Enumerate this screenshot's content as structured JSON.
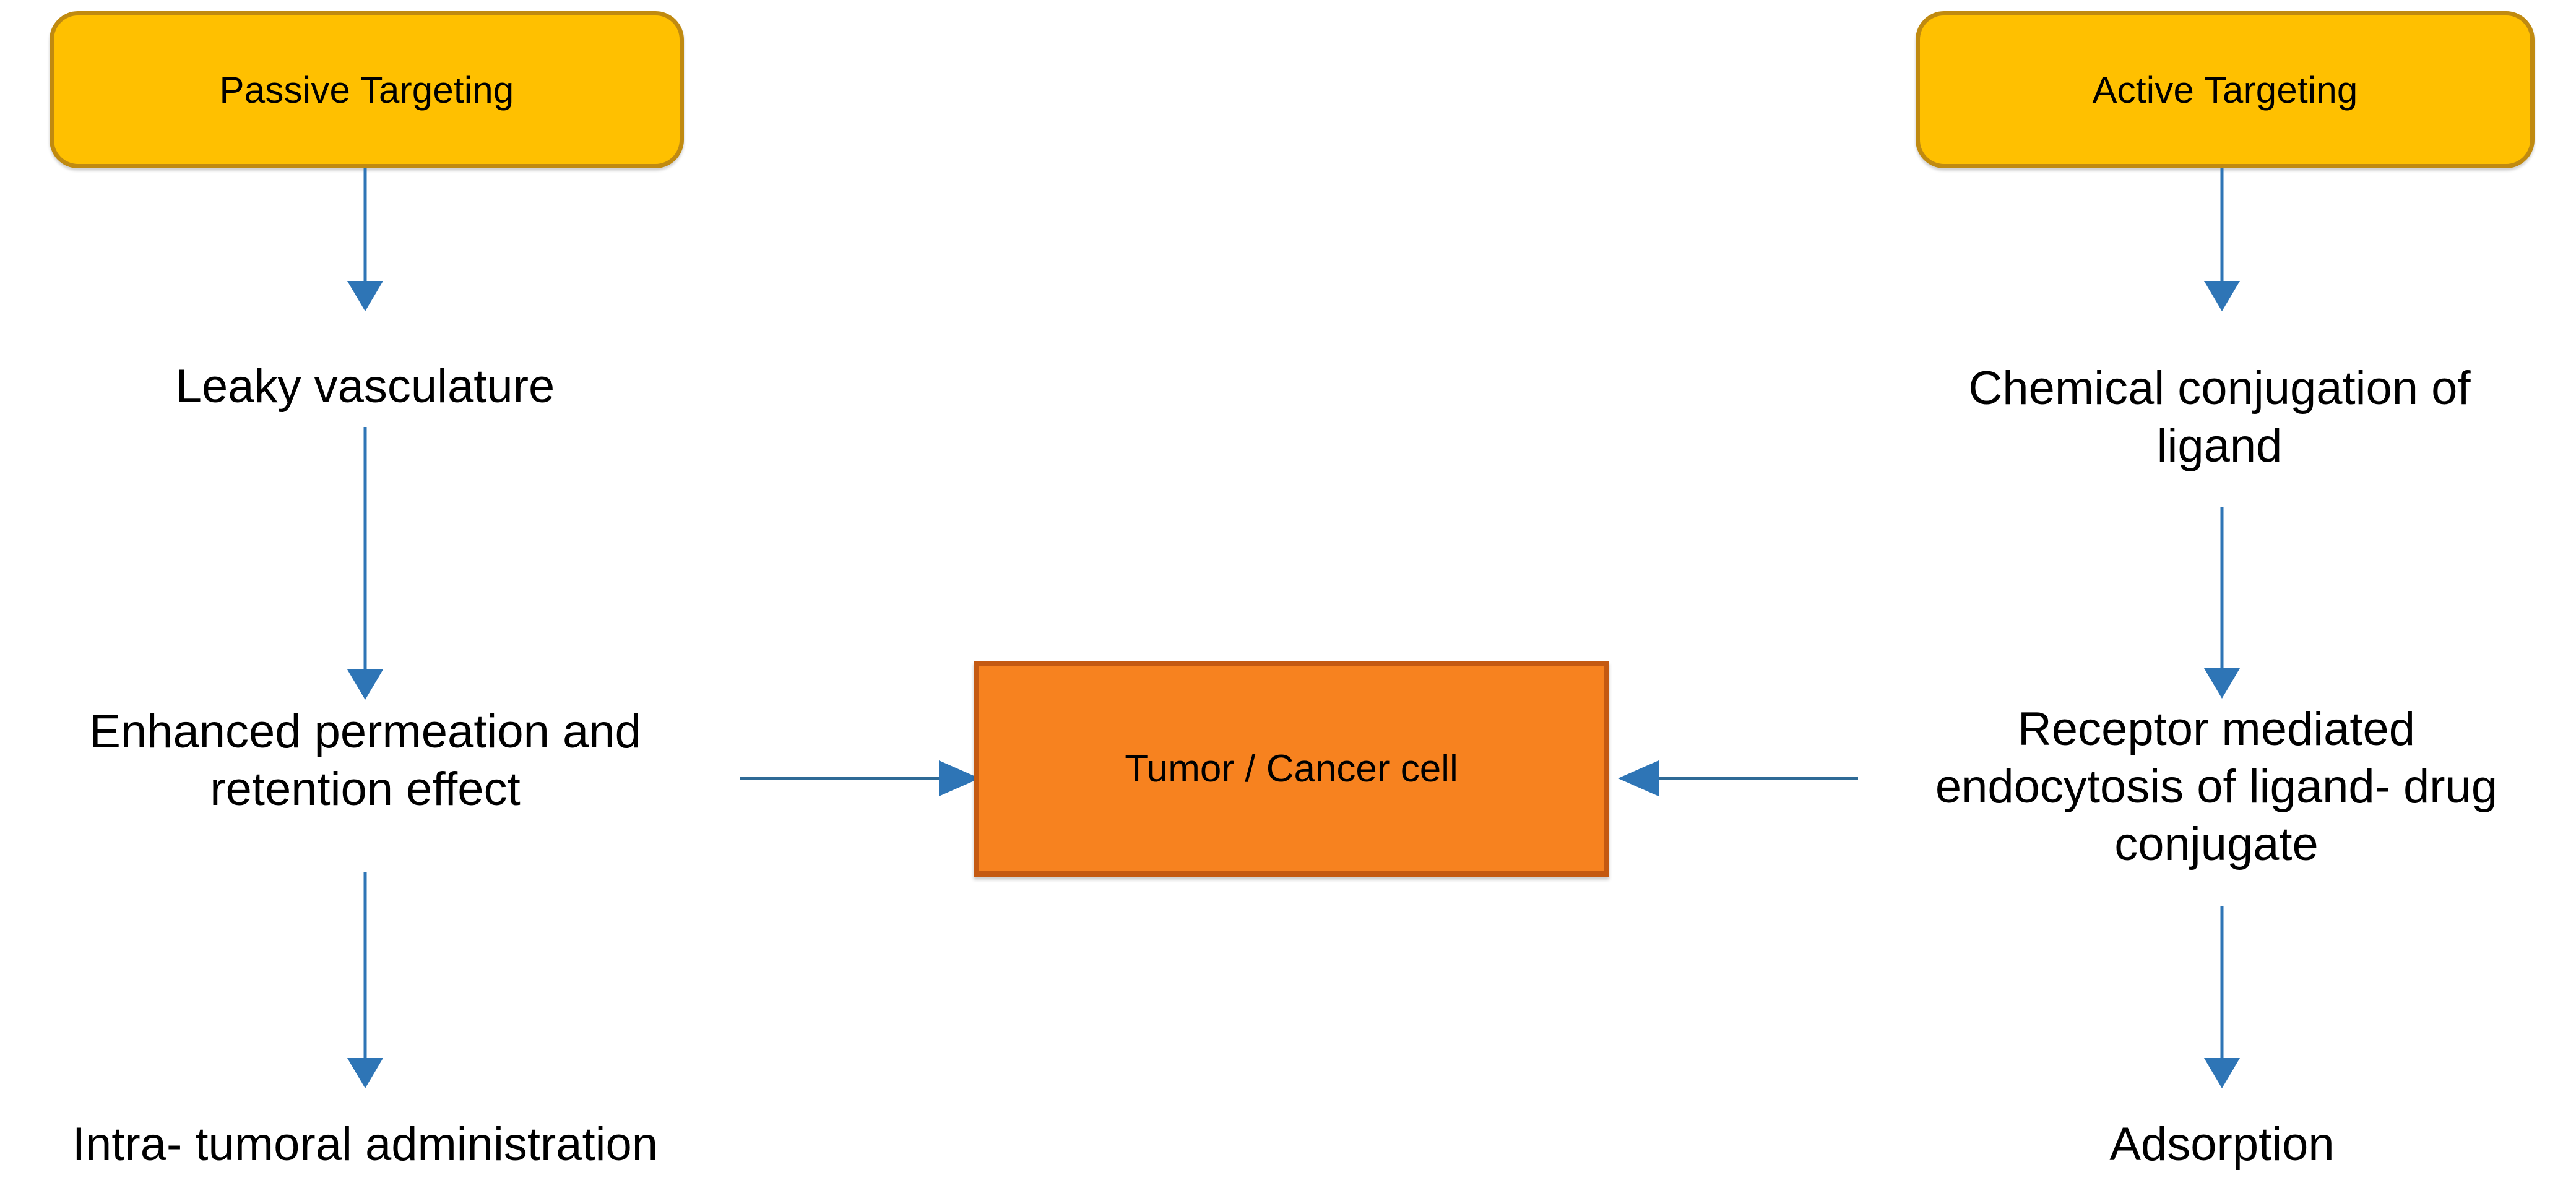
{
  "diagram": {
    "title": "Passive and Active Tumor Targeting Flow Diagram",
    "background_color": "#FFFFFF",
    "colors": {
      "rounded_box_fill": "#FFC000",
      "rounded_box_border": "#C08A10",
      "center_box_fill": "#F7821F",
      "center_box_border": "#C45911",
      "arrow_line": "#2E75B6",
      "arrow_head": "#2E75B6",
      "horizontal_arrow_line": "#2F6A96",
      "text": "#000000"
    }
  },
  "nodes": {
    "passive_targeting": {
      "label": "Passive Targeting",
      "shape": "rounded-rectangle"
    },
    "active_targeting": {
      "label": "Active Targeting",
      "shape": "rounded-rectangle"
    },
    "tumor_cell": {
      "label": "Tumor / Cancer cell",
      "shape": "rectangle"
    },
    "leaky_vasculature": {
      "lines": [
        "Leaky vasculature"
      ]
    },
    "epr_effect": {
      "lines": [
        "Enhanced permeation and",
        "retention effect"
      ]
    },
    "intratumoral": {
      "lines": [
        "Intra- tumoral administration"
      ]
    },
    "chemical_conjugation": {
      "lines": [
        "Chemical conjugation of",
        "ligand"
      ]
    },
    "receptor_endocytosis": {
      "lines": [
        "Receptor mediated",
        "endocytosis of ligand- drug",
        "conjugate"
      ]
    },
    "adsorption": {
      "lines": [
        "Adsorption"
      ]
    }
  },
  "edges": [
    {
      "id": "e1",
      "from": "passive_targeting",
      "to": "leaky_vasculature",
      "direction": "down"
    },
    {
      "id": "e2",
      "from": "leaky_vasculature",
      "to": "epr_effect",
      "direction": "down"
    },
    {
      "id": "e3",
      "from": "epr_effect",
      "to": "intratumoral",
      "direction": "down"
    },
    {
      "id": "e4",
      "from": "epr_effect",
      "to": "tumor_cell",
      "direction": "right"
    },
    {
      "id": "e5",
      "from": "active_targeting",
      "to": "chemical_conjugation",
      "direction": "down"
    },
    {
      "id": "e6",
      "from": "chemical_conjugation",
      "to": "receptor_endocytosis",
      "direction": "down"
    },
    {
      "id": "e7",
      "from": "receptor_endocytosis",
      "to": "adsorption",
      "direction": "down"
    },
    {
      "id": "e8",
      "from": "receptor_endocytosis",
      "to": "tumor_cell",
      "direction": "left"
    }
  ]
}
